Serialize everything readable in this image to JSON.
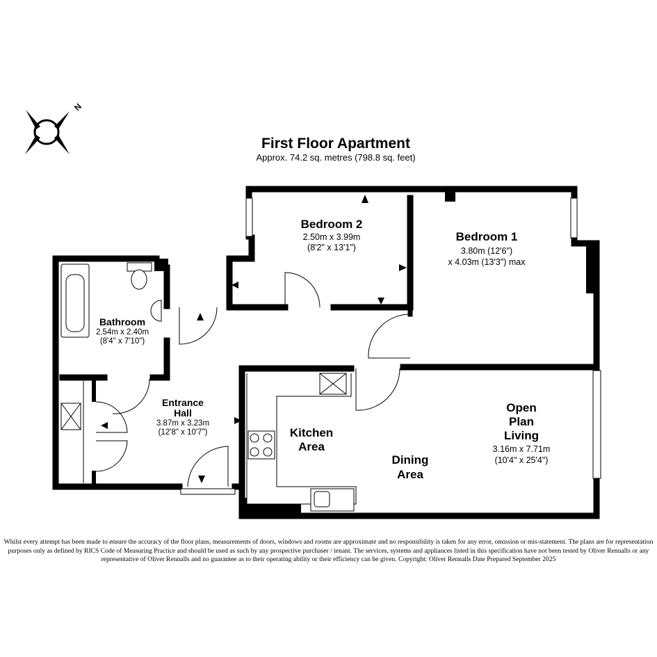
{
  "title": "First Floor Apartment",
  "subtitle": "Approx. 74.2 sq. metres (798.8 sq. feet)",
  "compass_label": "N",
  "rooms": {
    "bedroom2": {
      "name": "Bedroom 2",
      "dim1": "2.50m x 3.99m",
      "dim2": "(8'2\" x 13'1\")"
    },
    "bedroom1": {
      "name": "Bedroom 1",
      "dim1": "3.80m (12'6\")",
      "dim2": "x 4.03m (13'3\") max"
    },
    "bathroom": {
      "name": "Bathroom",
      "dim1": "2.54m x 2.40m",
      "dim2": "(8'4\" x 7'10\")"
    },
    "entrance": {
      "name1": "Entrance",
      "name2": "Hall",
      "dim1": "3.87m x 3.23m",
      "dim2": "(12'8\" x 10'7\")"
    },
    "kitchen": {
      "name1": "Kitchen",
      "name2": "Area"
    },
    "dining": {
      "name1": "Dining",
      "name2": "Area"
    },
    "living": {
      "name1": "Open",
      "name2": "Plan",
      "name3": "Living",
      "dim1": "3.16m x 7.71m",
      "dim2": "(10'4\" x 25'4\")"
    }
  },
  "disclaimer": "Whilst every attempt has been made to ensure the accuracy of the floor plans, measurements of doors, windows and rooms are approximate and no responsibility is taken for any error, omission or mis-statement. The plans are for representation purposes only as defined by RICS Code of Measuring Practice and should be used as such by any prospective purchaser / tenant. The services, systems and appliances listed in this specification have not been tested by Oliver Rennalls or any representative of Oliver Rennalls and no guarantee as to their operating ability or their efficiency can be given. Copyright: Oliver Rennalls Date Prepared September 2025"
}
